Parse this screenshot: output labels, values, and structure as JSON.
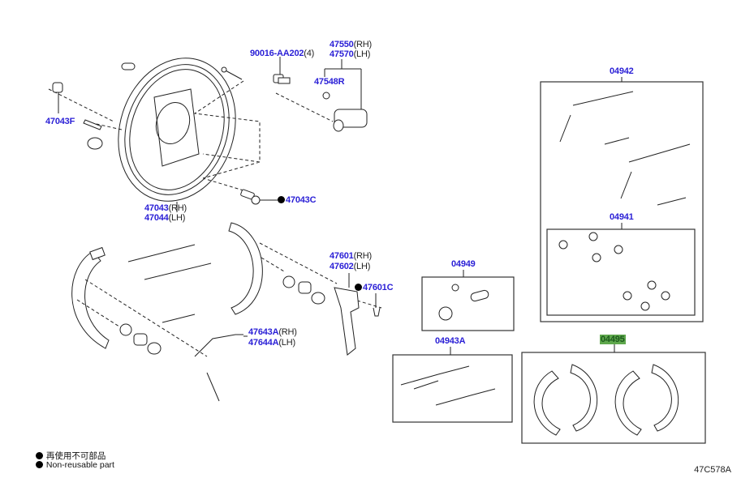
{
  "diagram": {
    "title_code": "47C578A",
    "legend": {
      "marker_icon": "filled-circle",
      "line1": "再使用不可部品",
      "line2": "Non-reusable part"
    },
    "colors": {
      "part_number": "#2a1fd6",
      "highlight_bg": "#5fa84d",
      "highlight_text": "#1c5a1c",
      "line": "#222222"
    },
    "parts": {
      "p90016": {
        "number": "90016-AA202",
        "suffix": "(4)"
      },
      "p47550": {
        "number": "47550",
        "suffix": "(RH)"
      },
      "p47570": {
        "number": "47570",
        "suffix": "(LH)"
      },
      "p47548R": {
        "number": "47548R",
        "suffix": ""
      },
      "p47043F": {
        "number": "47043F",
        "suffix": ""
      },
      "p47043": {
        "number": "47043",
        "suffix": "(RH)"
      },
      "p47044": {
        "number": "47044",
        "suffix": "(LH)"
      },
      "p47043C": {
        "number": "47043C",
        "suffix": "",
        "non_reusable": true
      },
      "p47601": {
        "number": "47601",
        "suffix": "(RH)"
      },
      "p47602": {
        "number": "47602",
        "suffix": "(LH)"
      },
      "p47601C": {
        "number": "47601C",
        "suffix": "",
        "non_reusable": true
      },
      "p47643A": {
        "number": "47643A",
        "suffix": "(RH)"
      },
      "p47644A": {
        "number": "47644A",
        "suffix": "(LH)"
      },
      "k04942": {
        "number": "04942",
        "suffix": ""
      },
      "k04941": {
        "number": "04941",
        "suffix": ""
      },
      "k04949": {
        "number": "04949",
        "suffix": ""
      },
      "k04943A": {
        "number": "04943A",
        "suffix": ""
      },
      "k04495": {
        "number": "04495",
        "suffix": "",
        "highlighted": true
      }
    }
  }
}
